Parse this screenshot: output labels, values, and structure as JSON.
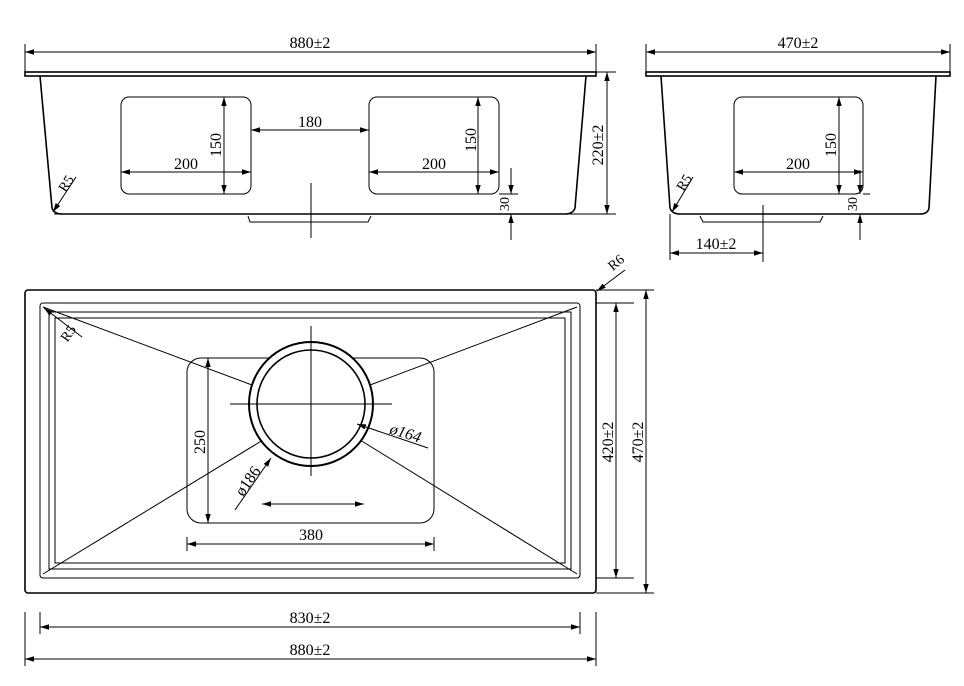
{
  "front_view": {
    "overall_width": "880±2",
    "height": "220±2",
    "basket_width_left": "200",
    "basket_width_right": "200",
    "basket_height_left": "150",
    "basket_height_right": "150",
    "basket_gap": "180",
    "basket_bottom_offset": "30",
    "corner_radius": "R5"
  },
  "side_view": {
    "overall_depth": "470±2",
    "basket_width": "200",
    "basket_height": "150",
    "basket_bottom_offset": "30",
    "corner_radius": "R5",
    "drain_offset": "140±2"
  },
  "top_view": {
    "outer_radius": "R6",
    "inner_radius": "R5",
    "inner_depth": "420±2",
    "outer_depth": "470±2",
    "drain_outer_diameter": "ø186",
    "drain_inner_diameter": "ø164",
    "drain_pad_height": "250",
    "drain_pad_width": "380",
    "inner_width": "830±2",
    "outer_width": "880±2"
  },
  "colors": {
    "stroke": "#000000",
    "background": "#ffffff"
  }
}
